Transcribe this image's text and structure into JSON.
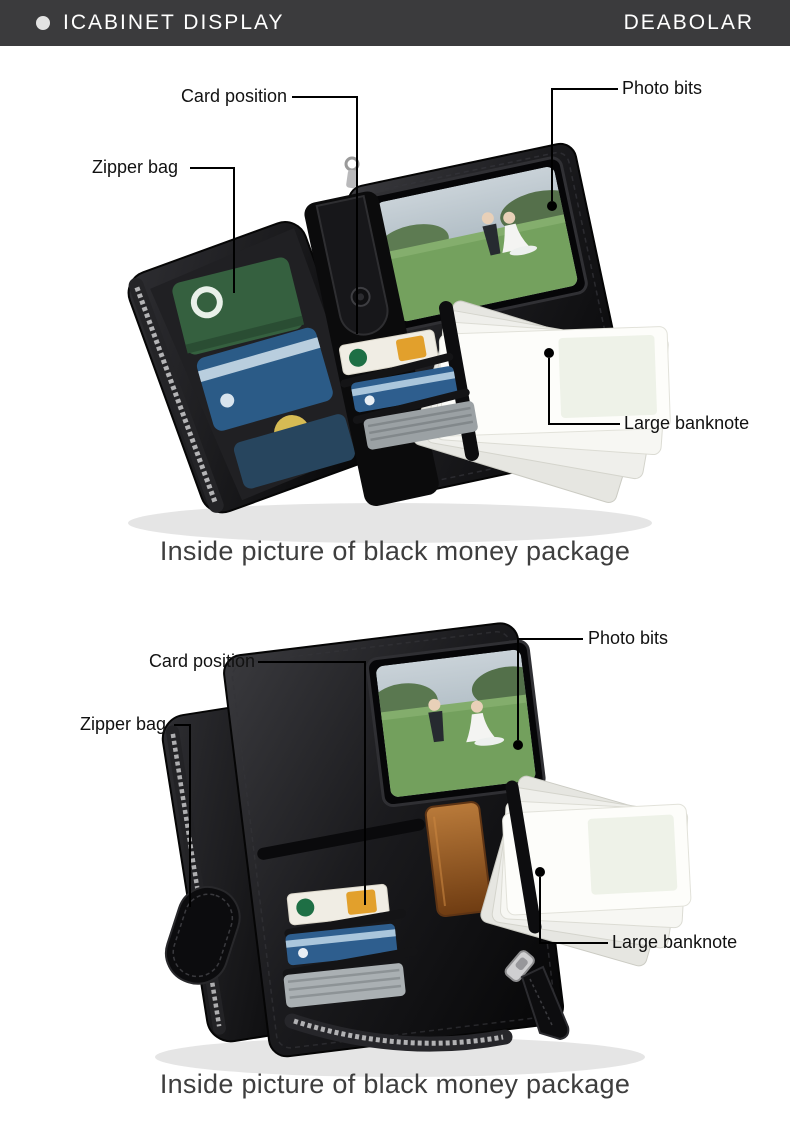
{
  "header": {
    "left_title": "ICABINET DISPLAY",
    "right_title": "DEABOLAR"
  },
  "sections": [
    {
      "name": "wallet-top-view",
      "labels": {
        "card_position": "Card position",
        "photo_bits": "Photo bits",
        "zipper_bag": "Zipper bag",
        "large_banknote": "Large banknote"
      },
      "caption": "Inside picture of black money package"
    },
    {
      "name": "wallet-bottom-view",
      "labels": {
        "card_position": "Card position",
        "photo_bits": "Photo bits",
        "zipper_bag": "Zipper bag",
        "large_banknote": "Large banknote"
      },
      "caption": "Inside picture of black money package"
    }
  ],
  "colors": {
    "header_bg": "#3b3b3d",
    "callout_line": "#000000",
    "caption_text": "#3e3e3e"
  }
}
